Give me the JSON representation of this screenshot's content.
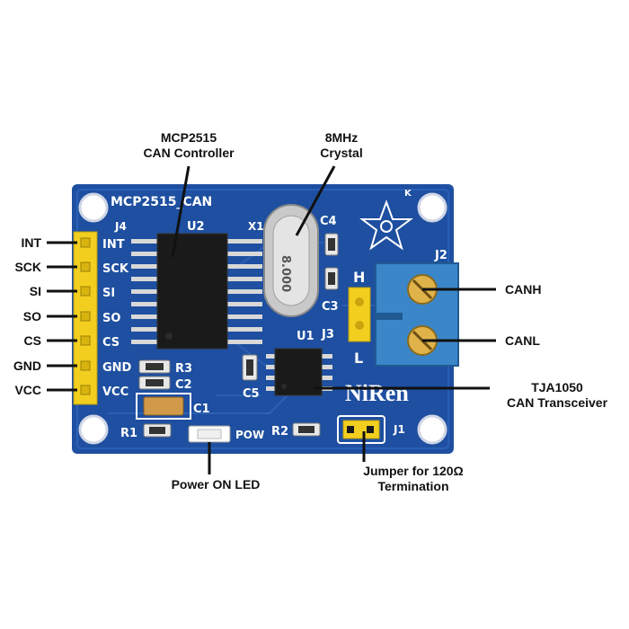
{
  "board": {
    "silk_title": "MCP2515_CAN",
    "silk_pinheader_ref": "J4",
    "silk_chip_ref": "U2",
    "silk_crystal_ref": "X1",
    "silk_crystal_marking": "8.000",
    "silk_c4": "C4",
    "silk_c3": "C3",
    "silk_j3": "J3",
    "silk_u1": "U1",
    "silk_r3": "R3",
    "silk_c2": "C2",
    "silk_c1": "C1",
    "silk_c5": "C5",
    "silk_r1": "R1",
    "silk_r2": "R2",
    "silk_pow": "POW",
    "silk_j1": "J1",
    "silk_j2": "J2",
    "silk_h": "H",
    "silk_l": "L",
    "silk_k": "K",
    "silk_brand": "NiRen",
    "pin_silk": [
      "INT",
      "SCK",
      "SI",
      "SO",
      "CS",
      "GND",
      "VCC"
    ]
  },
  "pins": [
    "INT",
    "SCK",
    "SI",
    "SO",
    "CS",
    "GND",
    "VCC"
  ],
  "callouts": {
    "controller_line1": "MCP2515",
    "controller_line2": "CAN Controller",
    "crystal_line1": "8MHz",
    "crystal_line2": "Crystal",
    "canh": "CANH",
    "canl": "CANL",
    "transceiver_line1": "TJA1050",
    "transceiver_line2": "CAN Transceiver",
    "led": "Power ON LED",
    "jumper_line1": "Jumper for 120Ω",
    "jumper_line2": "Termination"
  },
  "colors": {
    "pcb": "#1e4fa0",
    "pcb_dark": "#163e85",
    "header": "#f2cf1f",
    "terminal": "#3a86c9",
    "chip": "#1a1a1a",
    "silk": "#ffffff"
  }
}
